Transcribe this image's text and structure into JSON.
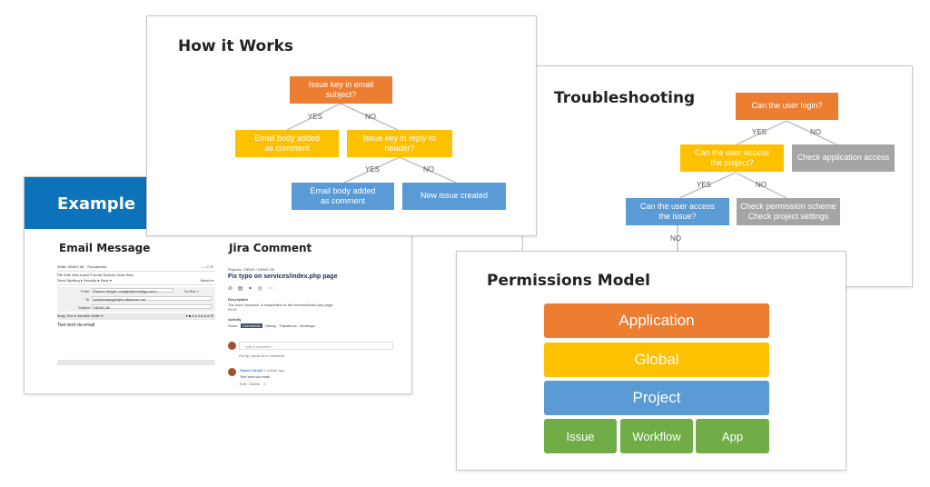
{
  "example": {
    "title": "Example",
    "email_heading": "Email Message",
    "jira_heading": "Jira Comment",
    "email": {
      "window_title": "Write: DEMO-36 - Thunderbird",
      "window_controls": "—   ☐   ✕",
      "menu": "File   Edit   View   Insert   Format   Options   Tools   Help",
      "toolbar": "Send    Spelling ▾    Security ▾    Save ▾",
      "attach": "Attach ▾",
      "from_label": "From",
      "from_value": "Rachel Wright <rwright@rcwhitgy.com>",
      "cc_bcc": "Cc   Bcc   »",
      "to_label": "To",
      "to_value": "jira@strategyforjira.atlassian.net",
      "subject_label": "Subject",
      "subject_value": "DEMO-36",
      "format_left": "Body Text  ▾   Variable Width  ▾",
      "format_right": "▾ ■ A A A  A A A  ☰",
      "body": "Test sent via email"
    },
    "jira": {
      "breadcrumb": "Projects  /  DEMO  /  DEMO-36",
      "issue_title": "Fix typo on services/index.php page",
      "description_label": "Description",
      "description_text": "The word \"success\" is misspelled on the services/index.php page.",
      "description_text2": "Fix it!",
      "activity_label": "Activity",
      "show_label": "Show:",
      "tabs": [
        "Comments",
        "History",
        "Transitions",
        "Worklogs"
      ],
      "add_comment_placeholder": "Add a comment...",
      "pro_tip": "Pro tip: press  M  to comment",
      "comment_author": "Rachel Wright",
      "comment_time": "1 minute ago",
      "comment_body": "Test sent via email",
      "comment_actions": "Edit  ·  Delete  ·  ☺"
    }
  },
  "how_it_works": {
    "title": "How it Works",
    "q1": "Issue key in email subject?",
    "yes1": "YES",
    "no1": "NO",
    "a_yes": "Email body added\nas comment",
    "q2": "Issue key in reply-to header?",
    "yes2": "YES",
    "no2": "NO",
    "b_yes": "Email body added\nas comment",
    "b_no": "New issue created"
  },
  "troubleshooting": {
    "title": "Troubleshooting",
    "q1": "Can the user login?",
    "yes1": "YES",
    "no1": "NO",
    "q2": "Can the user access\nthe project?",
    "n1": "Check application access",
    "yes2": "YES",
    "no2": "NO",
    "q3": "Can the user access\nthe issue?",
    "n2": "Check permission scheme\nCheck project settings",
    "no3": "NO"
  },
  "permissions": {
    "title": "Permissions Model",
    "levels": [
      "Application",
      "Global",
      "Project"
    ],
    "bottom": [
      "Issue",
      "Workflow",
      "App"
    ]
  },
  "colors": {
    "orange": "#ed7d31",
    "yellow": "#ffc000",
    "blue": "#5b9bd5",
    "gray": "#a5a5a5",
    "green": "#70ad47",
    "banner_blue": "#0c72b9"
  }
}
